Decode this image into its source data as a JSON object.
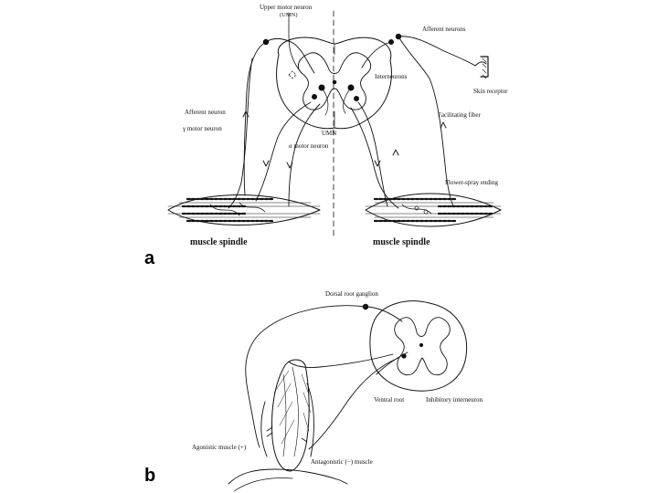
{
  "panel_a": {
    "letter": "a",
    "labels": {
      "upper_motor_neuron": "Upper motor neuron",
      "umn_paren": "(UMN)",
      "afferent_neurons": "Afferent neurons",
      "interneurons": "Interneurons",
      "skin_receptor": "Skin receptor",
      "afferent_neuron": "Afferent neuron",
      "gamma_motor_neuron": "γ motor neuron",
      "umn": "UMN",
      "alpha_motor_neuron": "α motor neuron",
      "facilitating_fiber": "Facilitating fiber",
      "flower_spray_ending": "Flower-spray ending",
      "muscle_spindle_left": "muscle spindle",
      "muscle_spindle_right": "muscle spindle"
    }
  },
  "panel_b": {
    "letter": "b",
    "labels": {
      "dorsal_root_ganglion": "Dorsal root ganglion",
      "ventral_root": "Ventral root",
      "inhibitory_interneuron": "Inhibitory interneuron",
      "agonistic_muscle": "Agonistic muscle (+)",
      "antagonistic_muscle": "Antagonistic (−) muscle"
    }
  },
  "colors": {
    "ink": "#111111",
    "background": "#ffffff"
  }
}
